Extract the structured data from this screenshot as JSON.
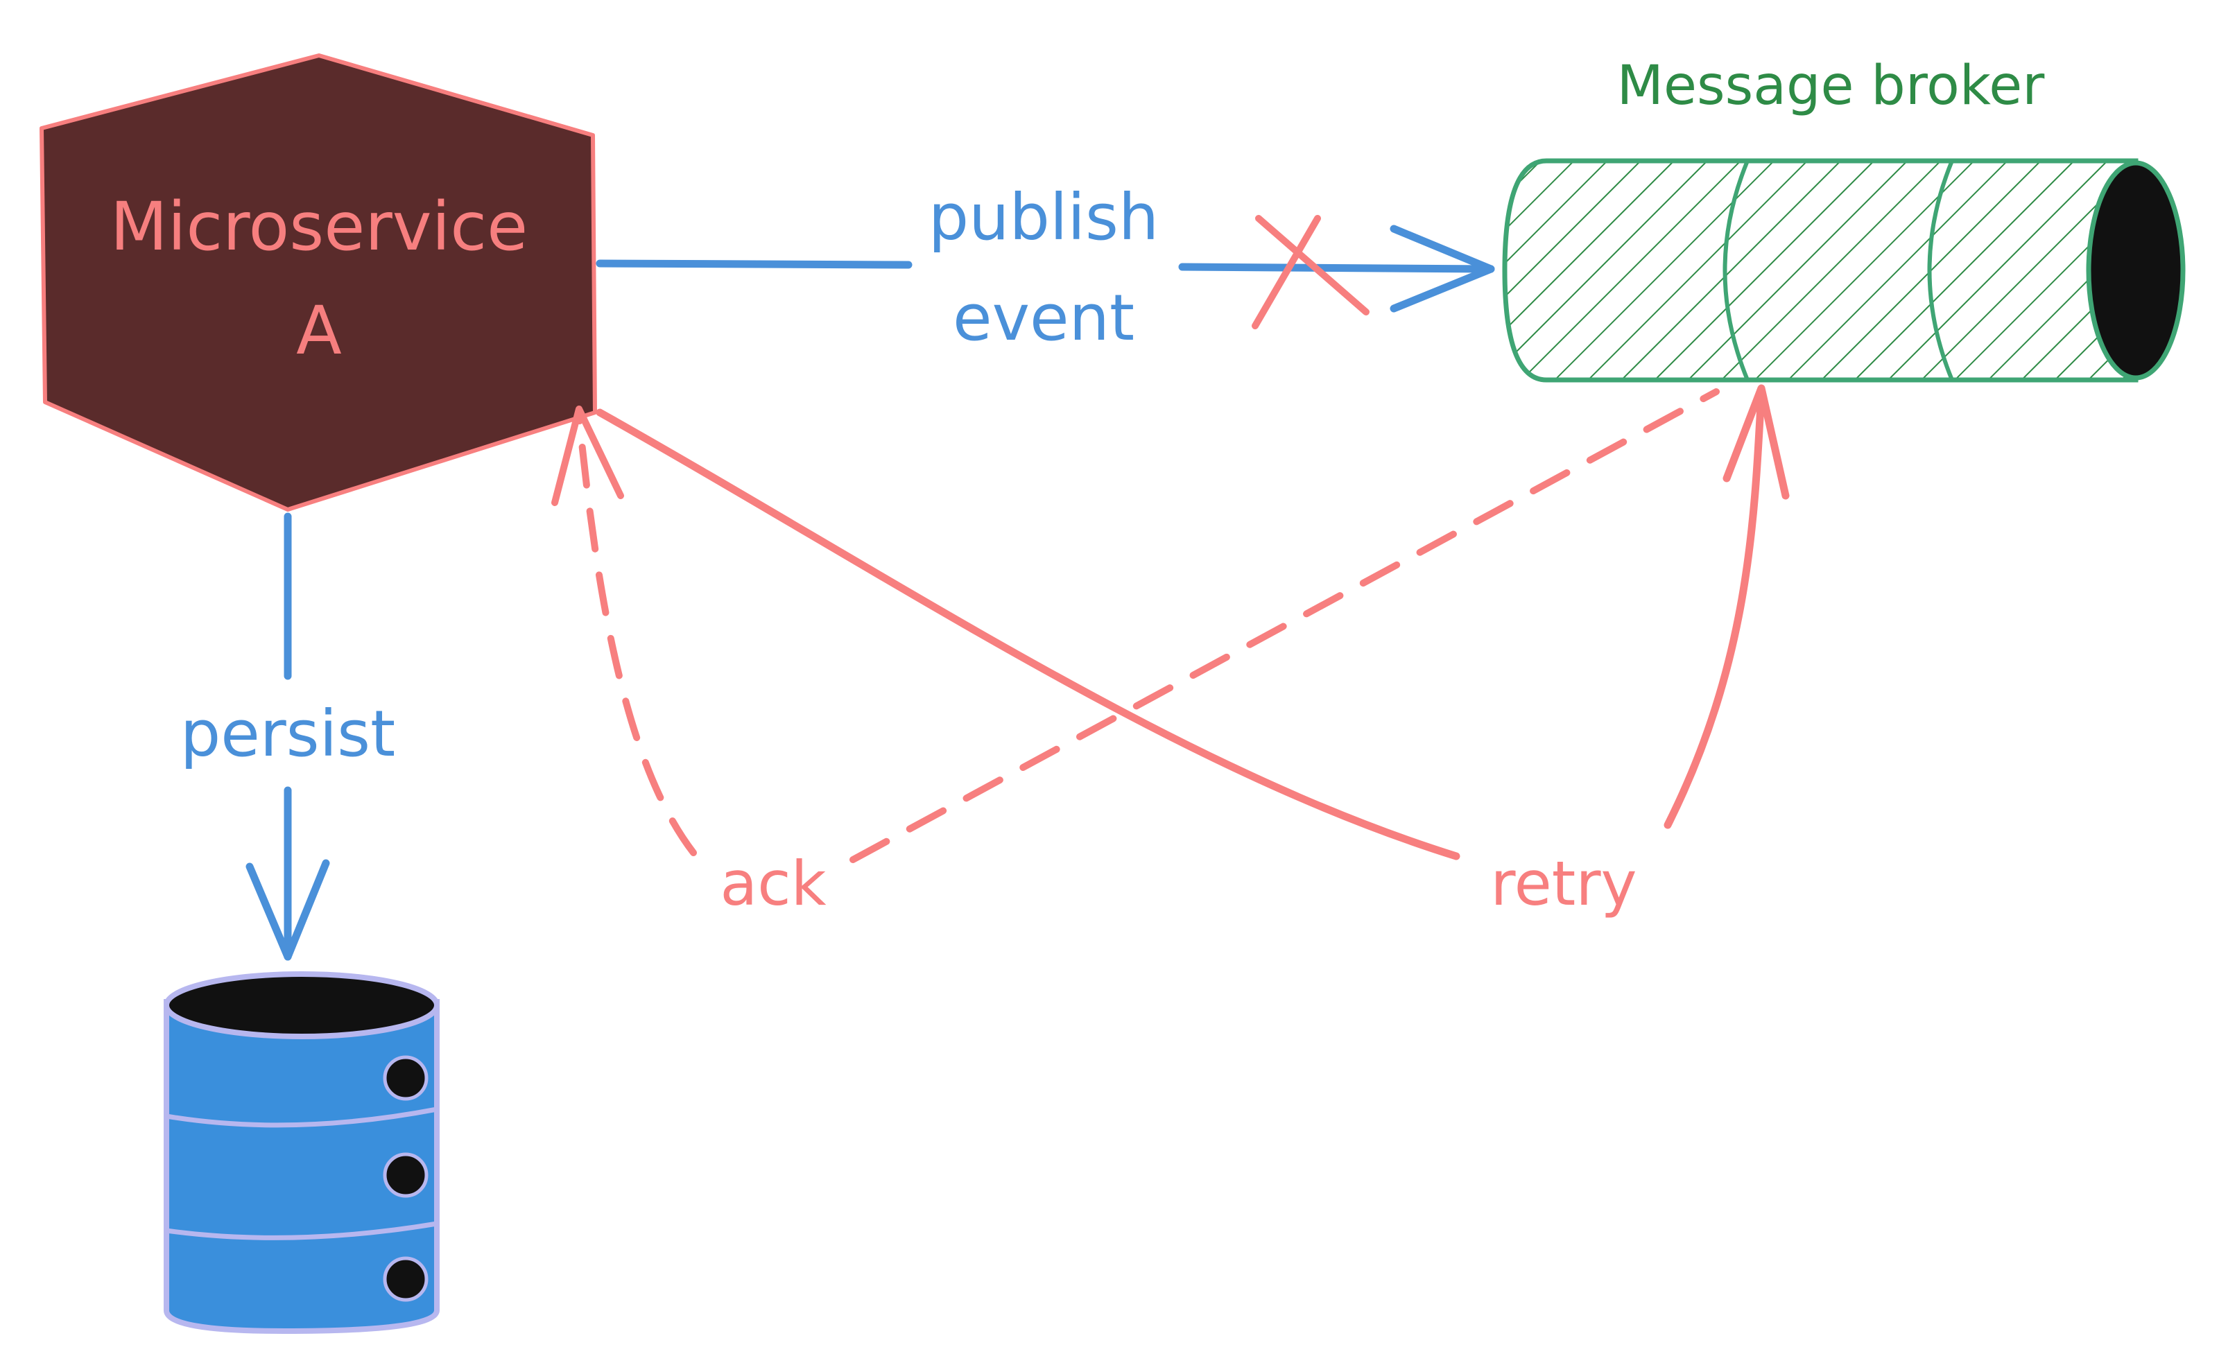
{
  "nodes": {
    "microservice": {
      "line1": "Microservice",
      "line2": "A"
    },
    "broker": {
      "label": "Message broker"
    }
  },
  "edges": {
    "publish": {
      "line1": "publish",
      "line2": "event",
      "failed": true
    },
    "persist": {
      "label": "persist"
    },
    "ack": {
      "label": "ack"
    },
    "retry": {
      "label": "retry"
    }
  },
  "colors": {
    "microservice_fill": "#5a2b2b",
    "accent_red": "#f77f7f",
    "accent_blue": "#4a90d9",
    "broker_green": "#2e8b46",
    "broker_stroke": "#3fa574",
    "database_fill": "#3a8fdc",
    "database_stroke": "#b7b7ef",
    "dark": "#111111"
  }
}
